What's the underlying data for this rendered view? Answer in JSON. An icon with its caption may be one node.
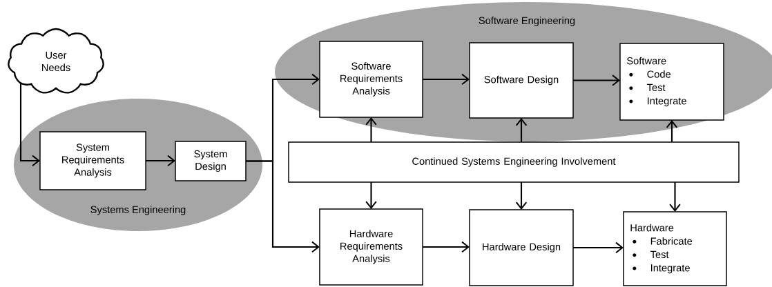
{
  "diagram": {
    "nodes": [
      {
        "text": [
          "User Needs"
        ]
      },
      {
        "text": [
          "Systems Engineering"
        ]
      },
      {
        "text": [
          "System Requirements Analysis"
        ],
        "in": 1
      },
      {
        "text": [
          "System Design"
        ],
        "in": 1
      },
      {
        "text": [
          "Software Engineering"
        ]
      },
      {
        "text": [
          "Software Requirements Analysis"
        ],
        "in": 4
      },
      {
        "text": [
          "Software Design"
        ],
        "in": 4
      },
      {
        "text": [
          "Software",
          "Code",
          "Test",
          "Integrate"
        ],
        "in": 4
      },
      {
        "text": [
          "Continued Systems Engineering Involvement"
        ]
      },
      {
        "text": [
          "Hardware Requirements Analysis"
        ]
      },
      {
        "text": [
          "Hardware Design"
        ]
      },
      {
        "text": [
          "Hardware",
          "Fabricate",
          "Test",
          "Integrate"
        ]
      }
    ],
    "edges": [
      {
        "from": 0,
        "to": 2,
        "arrow": "to"
      },
      {
        "from": 2,
        "to": 3,
        "arrow": "to"
      },
      {
        "from": 3,
        "to": 5,
        "arrow": "to"
      },
      {
        "from": 3,
        "to": 9,
        "arrow": "to"
      },
      {
        "from": 5,
        "to": 6,
        "arrow": "to"
      },
      {
        "from": 6,
        "to": 7,
        "arrow": "to"
      },
      {
        "from": 8,
        "to": 5,
        "arrow": "to"
      },
      {
        "from": 8,
        "to": 6,
        "arrow": "to"
      },
      {
        "from": 8,
        "to": 7,
        "arrow": "to"
      },
      {
        "from": 8,
        "to": 9,
        "arrow": "to"
      },
      {
        "from": 8,
        "to": 10,
        "arrow": "to"
      },
      {
        "from": 8,
        "to": 11,
        "arrow": "to"
      },
      {
        "from": 9,
        "to": 10,
        "arrow": "to"
      },
      {
        "from": 10,
        "to": 11,
        "arrow": "to"
      }
    ]
  }
}
